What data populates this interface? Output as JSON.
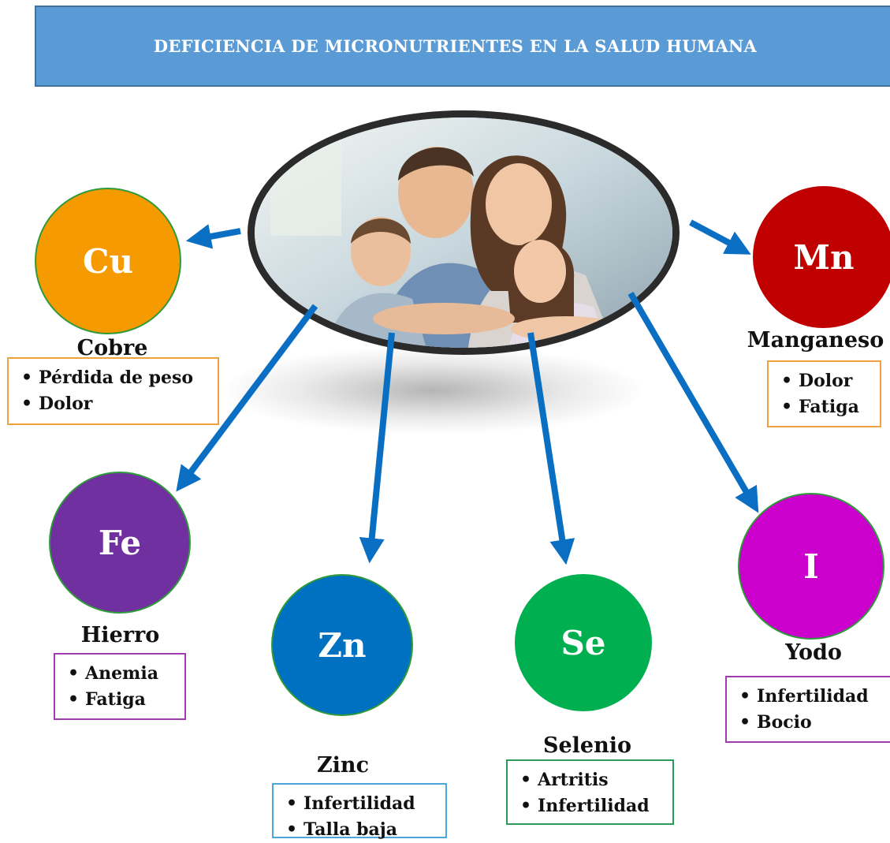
{
  "title": "DEFICIENCIA DE MICRONUTRIENTES EN LA SALUD HUMANA",
  "nutrients": {
    "cu": {
      "symbol": "Cu",
      "name": "Cobre",
      "color": "#f59a00",
      "border": "#2e9a3a",
      "box_border": "#f0a040",
      "symptoms": [
        "Pérdida de peso",
        "Dolor"
      ]
    },
    "mn": {
      "symbol": "Mn",
      "name": "Manganeso",
      "color": "#c00000",
      "border": "#c00000",
      "box_border": "#f0a040",
      "symptoms": [
        "Dolor",
        "Fatiga"
      ]
    },
    "fe": {
      "symbol": "Fe",
      "name": "Hierro",
      "color": "#7030a0",
      "border": "#2e9a3a",
      "box_border": "#a03cb0",
      "symptoms": [
        "Anemia",
        "Fatiga"
      ]
    },
    "zn": {
      "symbol": "Zn",
      "name": "Zinc",
      "color": "#0070c0",
      "border": "#2e9a3a",
      "box_border": "#4aa8d8",
      "symptoms": [
        "Infertilidad",
        "Talla baja"
      ]
    },
    "se": {
      "symbol": "Se",
      "name": "Selenio",
      "color": "#00b050",
      "border": "#00b050",
      "box_border": "#2e9a5a",
      "symptoms": [
        "Artritis",
        "Infertilidad"
      ]
    },
    "i": {
      "symbol": "I",
      "name": "Yodo",
      "color": "#cc00cc",
      "border": "#2e9a3a",
      "box_border": "#a03cb0",
      "symptoms": [
        "Infertilidad",
        "Bocio"
      ]
    }
  },
  "arrow_color": "#0a6fc2",
  "photo_icon": "family-photo"
}
